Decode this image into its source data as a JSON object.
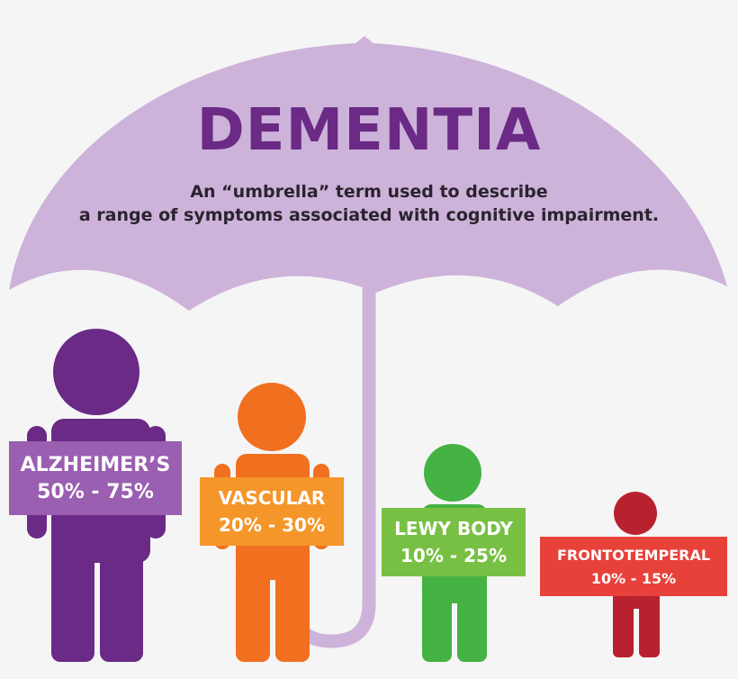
{
  "title": "DEMENTIA",
  "subtitle": {
    "line1": "An “umbrella” term used to describe",
    "line2": "a range of symptoms associated with cognitive impairment."
  },
  "types": [
    {
      "name": "ALZHEIMER’S",
      "range": "50% - 75%",
      "color": "#6a2a86",
      "sign_color": "#9a5fb0"
    },
    {
      "name": "VASCULAR",
      "range": "20% - 30%",
      "color": "#f07020",
      "sign_color": "#f5962a"
    },
    {
      "name": "LEWY BODY",
      "range": "10% - 25%",
      "color": "#45b244",
      "sign_color": "#78c043"
    },
    {
      "name": "FRONTOTEMPERAL",
      "range": "10% - 15%",
      "color": "#b8212e",
      "sign_color": "#e8413a"
    }
  ],
  "colors": {
    "umbrella": "#cdb3d9",
    "background": "#f5f5f6",
    "title": "#6a2a86"
  }
}
